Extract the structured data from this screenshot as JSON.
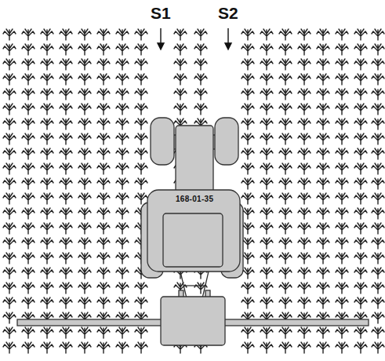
{
  "diagram": {
    "labels": [
      "S1",
      "S2",
      "168-01-35"
    ]
  }
}
